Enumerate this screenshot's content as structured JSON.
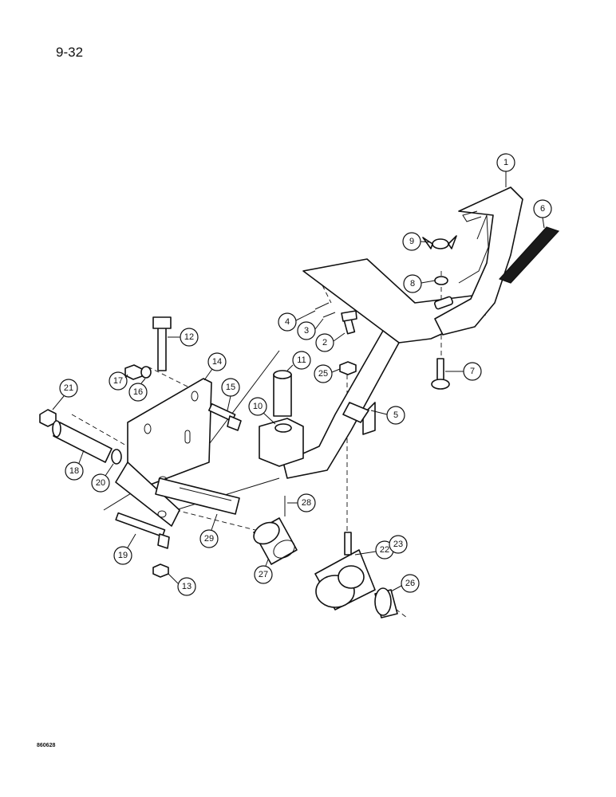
{
  "page": {
    "number": "9-32",
    "doc_code": "860628"
  },
  "callouts": [
    "1",
    "2",
    "3",
    "4",
    "5",
    "6",
    "7",
    "8",
    "9",
    "10",
    "11",
    "12",
    "13",
    "14",
    "15",
    "16",
    "17",
    "18",
    "19",
    "20",
    "21",
    "22",
    "23",
    "25",
    "26",
    "27",
    "28",
    "29"
  ]
}
